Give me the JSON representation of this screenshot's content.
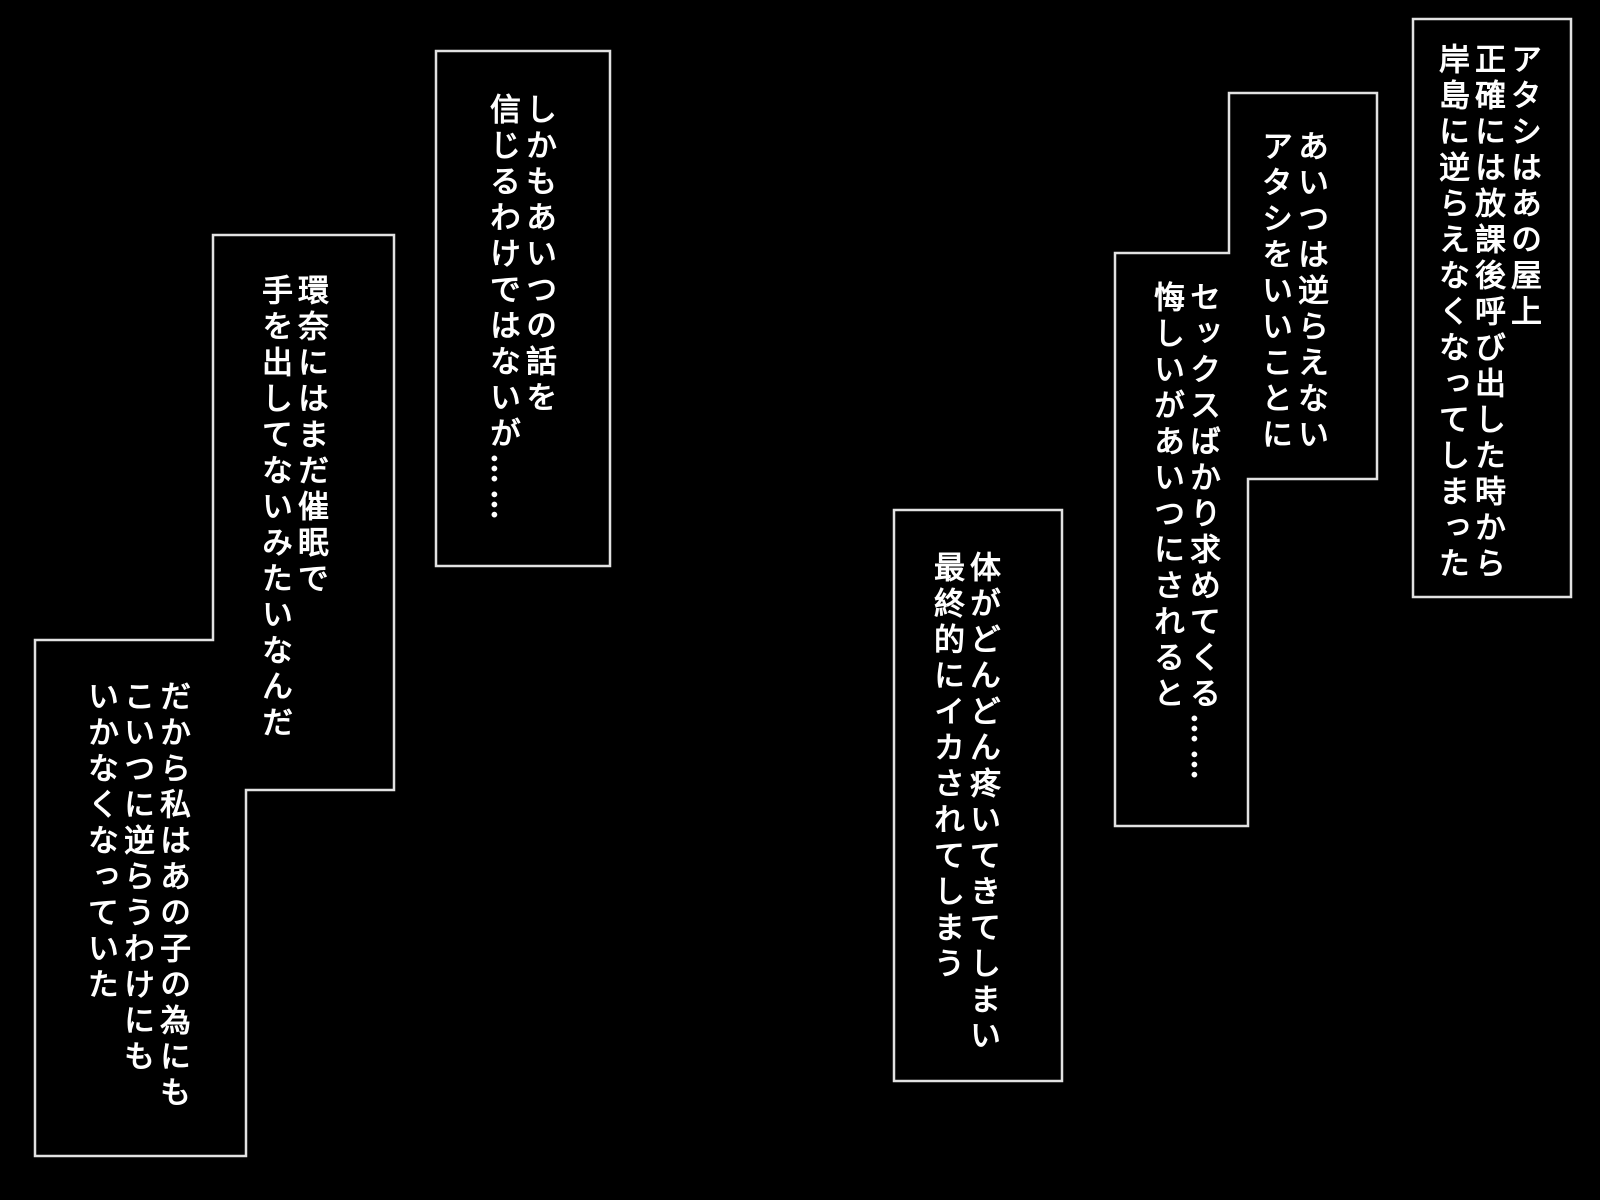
{
  "colors": {
    "background": "#000000",
    "panel_fill": "#000000",
    "panel_border": "#e2e2e2",
    "text": "#ffffff"
  },
  "panels": [
    {
      "id": "panel-top-right",
      "lines": [
        "アタシはあの屋上",
        "正確には放課後呼び出した時から",
        "岸島に逆らえなくなってしまった"
      ]
    },
    {
      "id": "panel-right-upper",
      "lines": [
        "あいつは逆らえない",
        "アタシをいいことに"
      ]
    },
    {
      "id": "panel-right-lower",
      "lines": [
        "セックスばかり求めてくる……",
        "悔しいがあいつにされると"
      ]
    },
    {
      "id": "panel-center-bottom",
      "lines": [
        "体がどんどん疼いてきてしまい",
        "最終的にイカされてしまう"
      ]
    },
    {
      "id": "panel-center-top",
      "lines": [
        "しかもあいつの話を",
        "信じるわけではないが……"
      ]
    },
    {
      "id": "panel-left-middle",
      "lines": [
        "環奈にはまだ催眠で",
        "手を出してないみたいなんだ"
      ]
    },
    {
      "id": "panel-left-bottom",
      "lines": [
        "だから私はあの子の為にも",
        "こいつに逆らうわけにも",
        "いかなくなっていた"
      ]
    }
  ]
}
